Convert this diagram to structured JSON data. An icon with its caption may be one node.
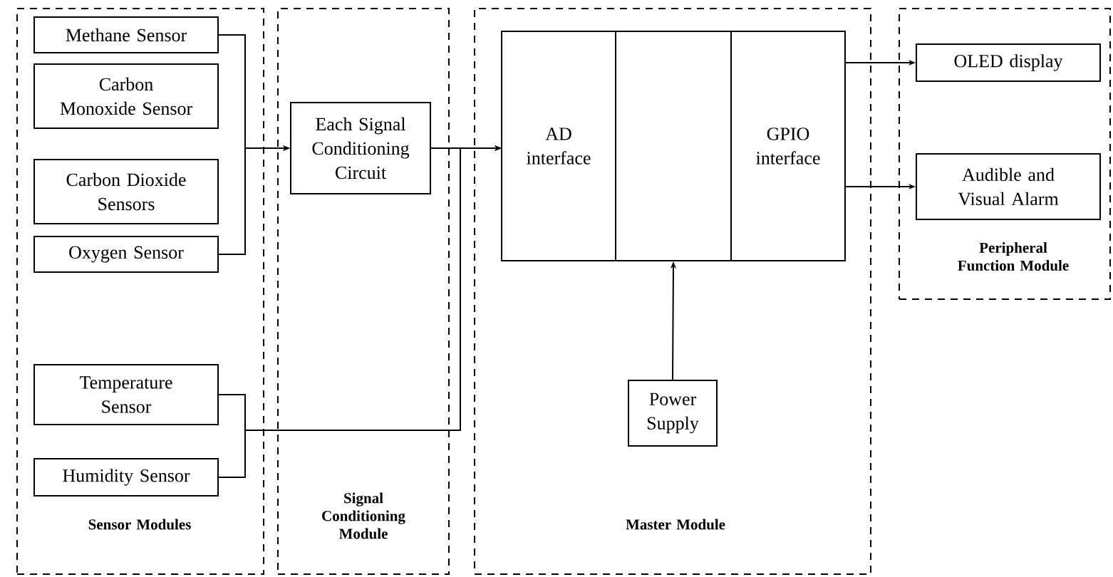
{
  "diagram": {
    "nodes": [
      {
        "text": [
          "Sensor Modules"
        ]
      },
      {
        "text": [
          "Methane Sensor"
        ],
        "in": 0
      },
      {
        "text": [
          "Carbon Monoxide Sensor"
        ],
        "in": 0
      },
      {
        "text": [
          "Carbon Dioxide Sensors"
        ],
        "in": 0
      },
      {
        "text": [
          "Oxygen Sensor"
        ],
        "in": 0
      },
      {
        "text": [
          "Temperature Sensor"
        ],
        "in": 0
      },
      {
        "text": [
          "Humidity Sensor"
        ],
        "in": 0
      },
      {
        "text": [
          "Signal Conditioning Module"
        ]
      },
      {
        "text": [
          "Each Signal Conditioning Circuit"
        ],
        "in": 7
      },
      {
        "text": [
          "Master Module"
        ]
      },
      {
        "text": [
          "AD interface"
        ],
        "in": 9
      },
      {
        "text": [],
        "shape": "box",
        "in": 9
      },
      {
        "text": [
          "GPIO interface"
        ],
        "in": 9
      },
      {
        "text": [
          "Power Supply"
        ],
        "in": 9
      },
      {
        "text": [
          "Peripheral Function Module"
        ]
      },
      {
        "text": [
          "OLED display"
        ],
        "in": 14
      },
      {
        "text": [
          "Audible and Visual Alarm"
        ],
        "in": 14
      }
    ],
    "edges": [
      {
        "from": 1,
        "to": 8,
        "arrow": "to"
      },
      {
        "from": 4,
        "to": 8,
        "arrow": "to"
      },
      {
        "from": 8,
        "to": 10,
        "arrow": "to"
      },
      {
        "from": 5,
        "to": 10,
        "arrow": "to"
      },
      {
        "from": 6,
        "to": 10,
        "arrow": "to"
      },
      {
        "from": 13,
        "to": 11,
        "arrow": "to"
      },
      {
        "from": 12,
        "to": 15,
        "arrow": "to"
      },
      {
        "from": 12,
        "to": 16,
        "arrow": "to"
      }
    ]
  }
}
